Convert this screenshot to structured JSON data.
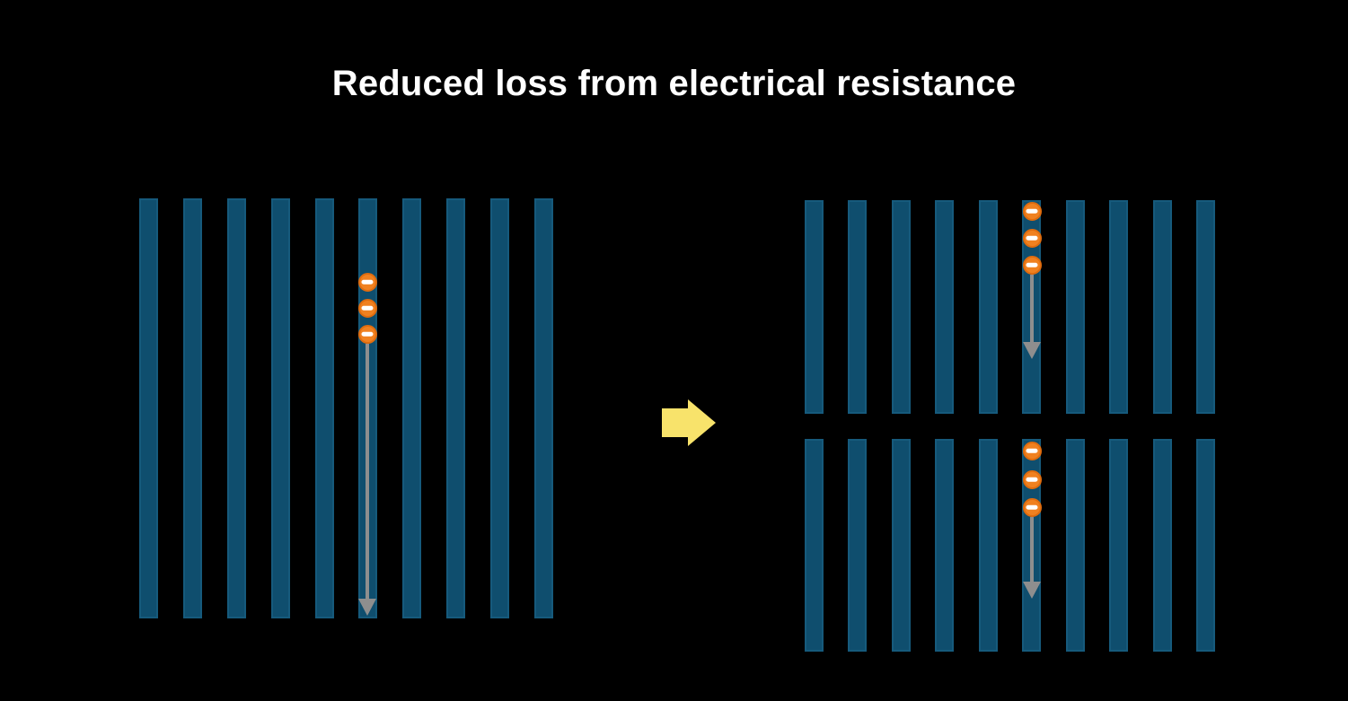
{
  "title": "Reduced loss from electrical resistance",
  "colors": {
    "background": "#000000",
    "cell_bar_fill": "#0f4e6e",
    "cell_bar_edge": "#2d7fa8",
    "electron_fill": "#f08120",
    "electron_edge": "#e06c0e",
    "electron_minus": "#ffffff",
    "current_arrow": "#8e8e8e",
    "transition_arrow": "#f8e36b",
    "title_color": "#ffffff"
  },
  "left_diagram": {
    "name": "full-size-cell",
    "bar_count": 10,
    "electron_count": 3,
    "electron_bar_index": 6
  },
  "right_diagram": {
    "name": "half-cut-cell",
    "halves": [
      {
        "name": "top-half",
        "bar_count": 10,
        "electron_count": 3,
        "electron_bar_index": 6
      },
      {
        "name": "bottom-half",
        "bar_count": 10,
        "electron_count": 3,
        "electron_bar_index": 6
      }
    ]
  },
  "transition_arrow_icon": "right-block-arrow"
}
